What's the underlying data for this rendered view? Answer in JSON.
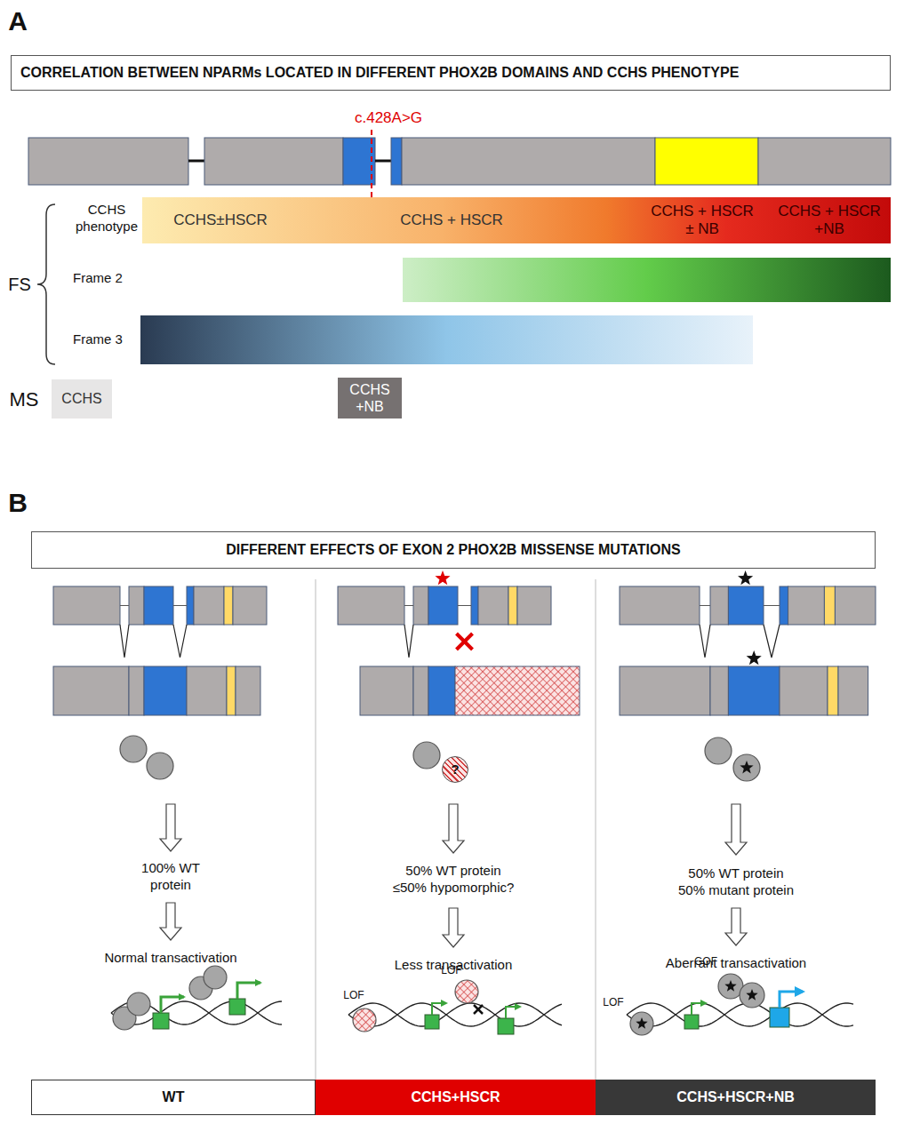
{
  "diagram": {
    "nodes": [
      {
        "text": [
          "CORRELATION BETWEEN NPARMs LOCATED IN DIFFERENT PHOX2B DOMAINS AND CCHS PHENOTYPE"
        ]
      },
      {
        "text": [
          "CCHS±HSCR",
          "CCHS + HSCR",
          "CCHS + HSCR ± NB",
          "CCHS + HSCR +NB"
        ]
      },
      {
        "text": [
          "CCHS"
        ]
      },
      {
        "text": [
          "CCHS +NB"
        ]
      },
      {
        "text": [
          "DIFFERENT EFFECTS OF EXON 2 PHOX2B MISSENSE MUTATIONS"
        ]
      },
      {
        "text": [
          "?"
        ]
      },
      {
        "text": [
          "WT"
        ]
      },
      {
        "text": [
          "CCHS+HSCR"
        ]
      },
      {
        "text": [
          "CCHS+HSCR+NB"
        ]
      }
    ],
    "labels": [
      "A",
      "c.428A>G",
      "CCHS phenotype",
      "FS",
      "Frame 2",
      "Frame 3",
      "MS",
      "B",
      "100% WT protein",
      "Normal transactivation",
      "50% WT protein ≤50% hypomorphic?",
      "Less transactivation",
      "50% WT protein 50% mutant protein",
      "Aberrant transactivation",
      "LOF",
      "LOF",
      "LOF",
      "GOF"
    ]
  }
}
